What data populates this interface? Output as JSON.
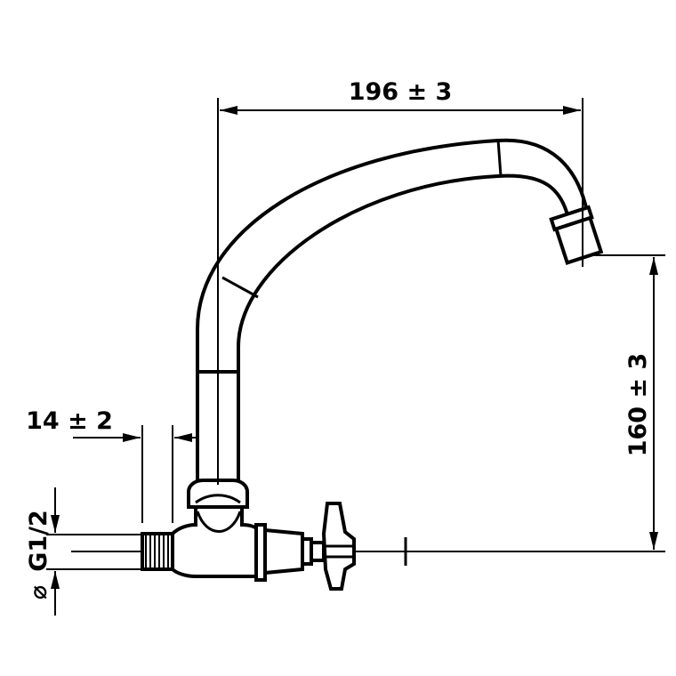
{
  "dimensions": {
    "width_label": "196 ± 3",
    "height_label": "160 ± 3",
    "offset_label": "14 ± 2",
    "thread_label": "G1/2",
    "thread_symbol": "⌀"
  },
  "colors": {
    "ink": "#000000",
    "paper": "#ffffff"
  }
}
